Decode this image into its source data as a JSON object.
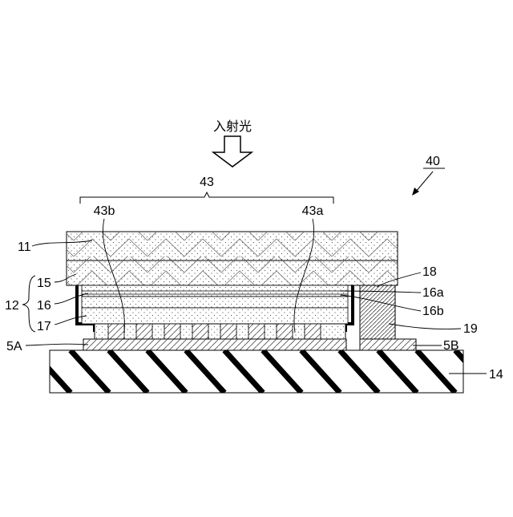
{
  "diagram": {
    "incident_light_label": "入射光",
    "labels": {
      "l43": "43",
      "l43a": "43a",
      "l43b": "43b",
      "l40": "40",
      "l11": "11",
      "l12": "12",
      "l15": "15",
      "l16": "16",
      "l17": "17",
      "l16a": "16a",
      "l16b": "16b",
      "l18": "18",
      "l19": "19",
      "l5A": "5A",
      "l5B": "5B",
      "l14": "14"
    }
  }
}
